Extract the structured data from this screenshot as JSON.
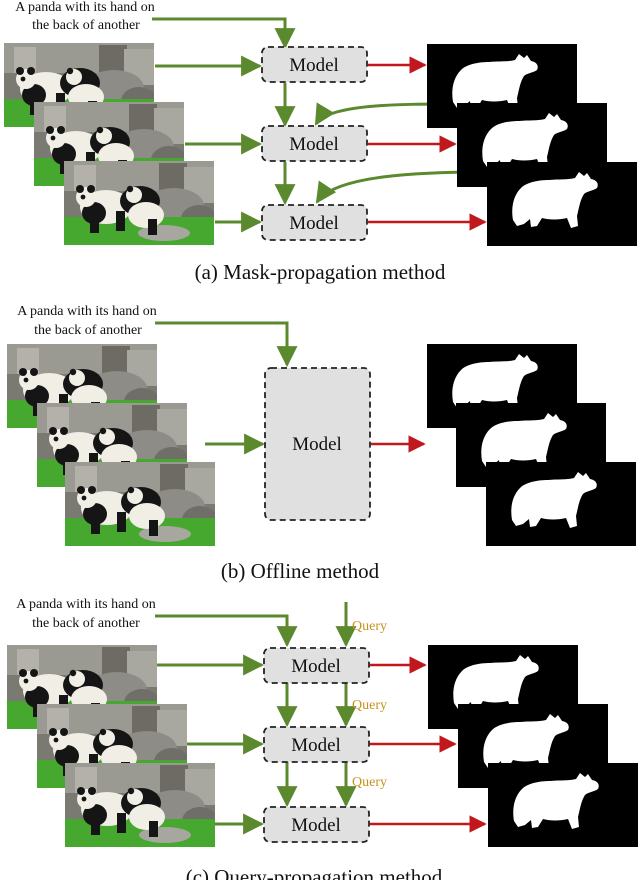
{
  "colors": {
    "green": "#5b8a2e",
    "red": "#c0181c",
    "query": "#c8921a",
    "model_fill": "#e0e0e0",
    "mask_bg": "#000000",
    "mask_fg": "#ffffff",
    "grass": "#46a82e",
    "stone": "#8a8a86",
    "panda_black": "#151515",
    "panda_white": "#f1eee6"
  },
  "panels": {
    "a": {
      "prompt_line1": "A panda with its hand on",
      "prompt_line2": "the back of another",
      "model_labels": [
        "Model",
        "Model",
        "Model"
      ],
      "caption": "(a) Mask-propagation method"
    },
    "b": {
      "prompt_line1": "A panda with its hand on",
      "prompt_line2": "the back of another",
      "model_label": "Model",
      "caption": "(b) Offline method"
    },
    "c": {
      "prompt_line1": "A panda with its hand on",
      "prompt_line2": "the back of another",
      "model_labels": [
        "Model",
        "Model",
        "Model"
      ],
      "query_labels": [
        "Query",
        "Query",
        "Query"
      ],
      "caption": "(c) Query-propagation method"
    }
  },
  "icons": {
    "frame": "panda-video-frame-icon",
    "mask": "panda-segmentation-mask-icon"
  }
}
